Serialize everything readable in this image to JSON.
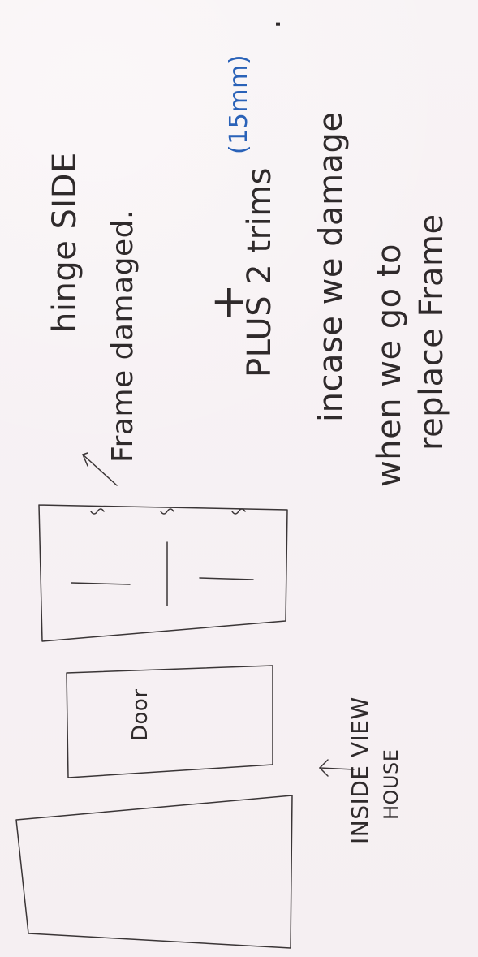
{
  "note": {
    "label_door": "Door",
    "label_inside_view": "INSIDE VIEW",
    "label_house": "HOUSE",
    "label_hinge_side": "hinge SIDE",
    "label_frame_damaged": "Frame damaged.",
    "label_plus_sign": "+",
    "label_plus_trims": "PLUS 2 trims",
    "label_trims_qty": "(15mm)",
    "label_trims_dot": ".",
    "label_incase": "incase we damage",
    "label_when": "when we go to",
    "label_replace": "replace Frame"
  },
  "colors": {
    "paper": "#f7f2f4",
    "ink": "#3a3536",
    "blue_ink": "#2a62b8"
  }
}
